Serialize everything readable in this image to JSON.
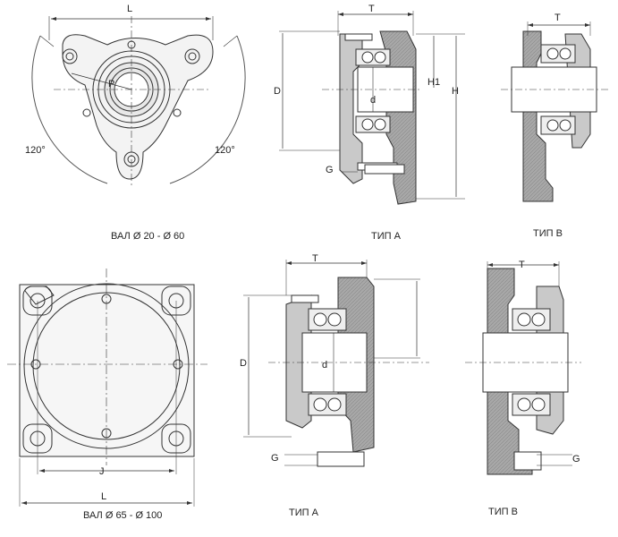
{
  "captions": {
    "shaft_small": "ВАЛ  Ø 20 - Ø 60",
    "shaft_large": "ВАЛ Ø 65 - Ø 100",
    "type_a_top": "ТИП A",
    "type_b_top": "ТИП B",
    "type_a_bottom": "ТИП A",
    "type_b_bottom": "ТИП B"
  },
  "dims": {
    "L": "L",
    "P": "P",
    "angle_left": "120°",
    "angle_right": "120°",
    "T": "T",
    "D": "D",
    "d": "d",
    "H": "H",
    "H1": "H1",
    "G": "G",
    "J": "J"
  },
  "colors": {
    "line": "#333333",
    "housing_fill": "#9a9a9a",
    "housing_light": "#cfcfcf",
    "shaft_fill": "#ffffff"
  }
}
